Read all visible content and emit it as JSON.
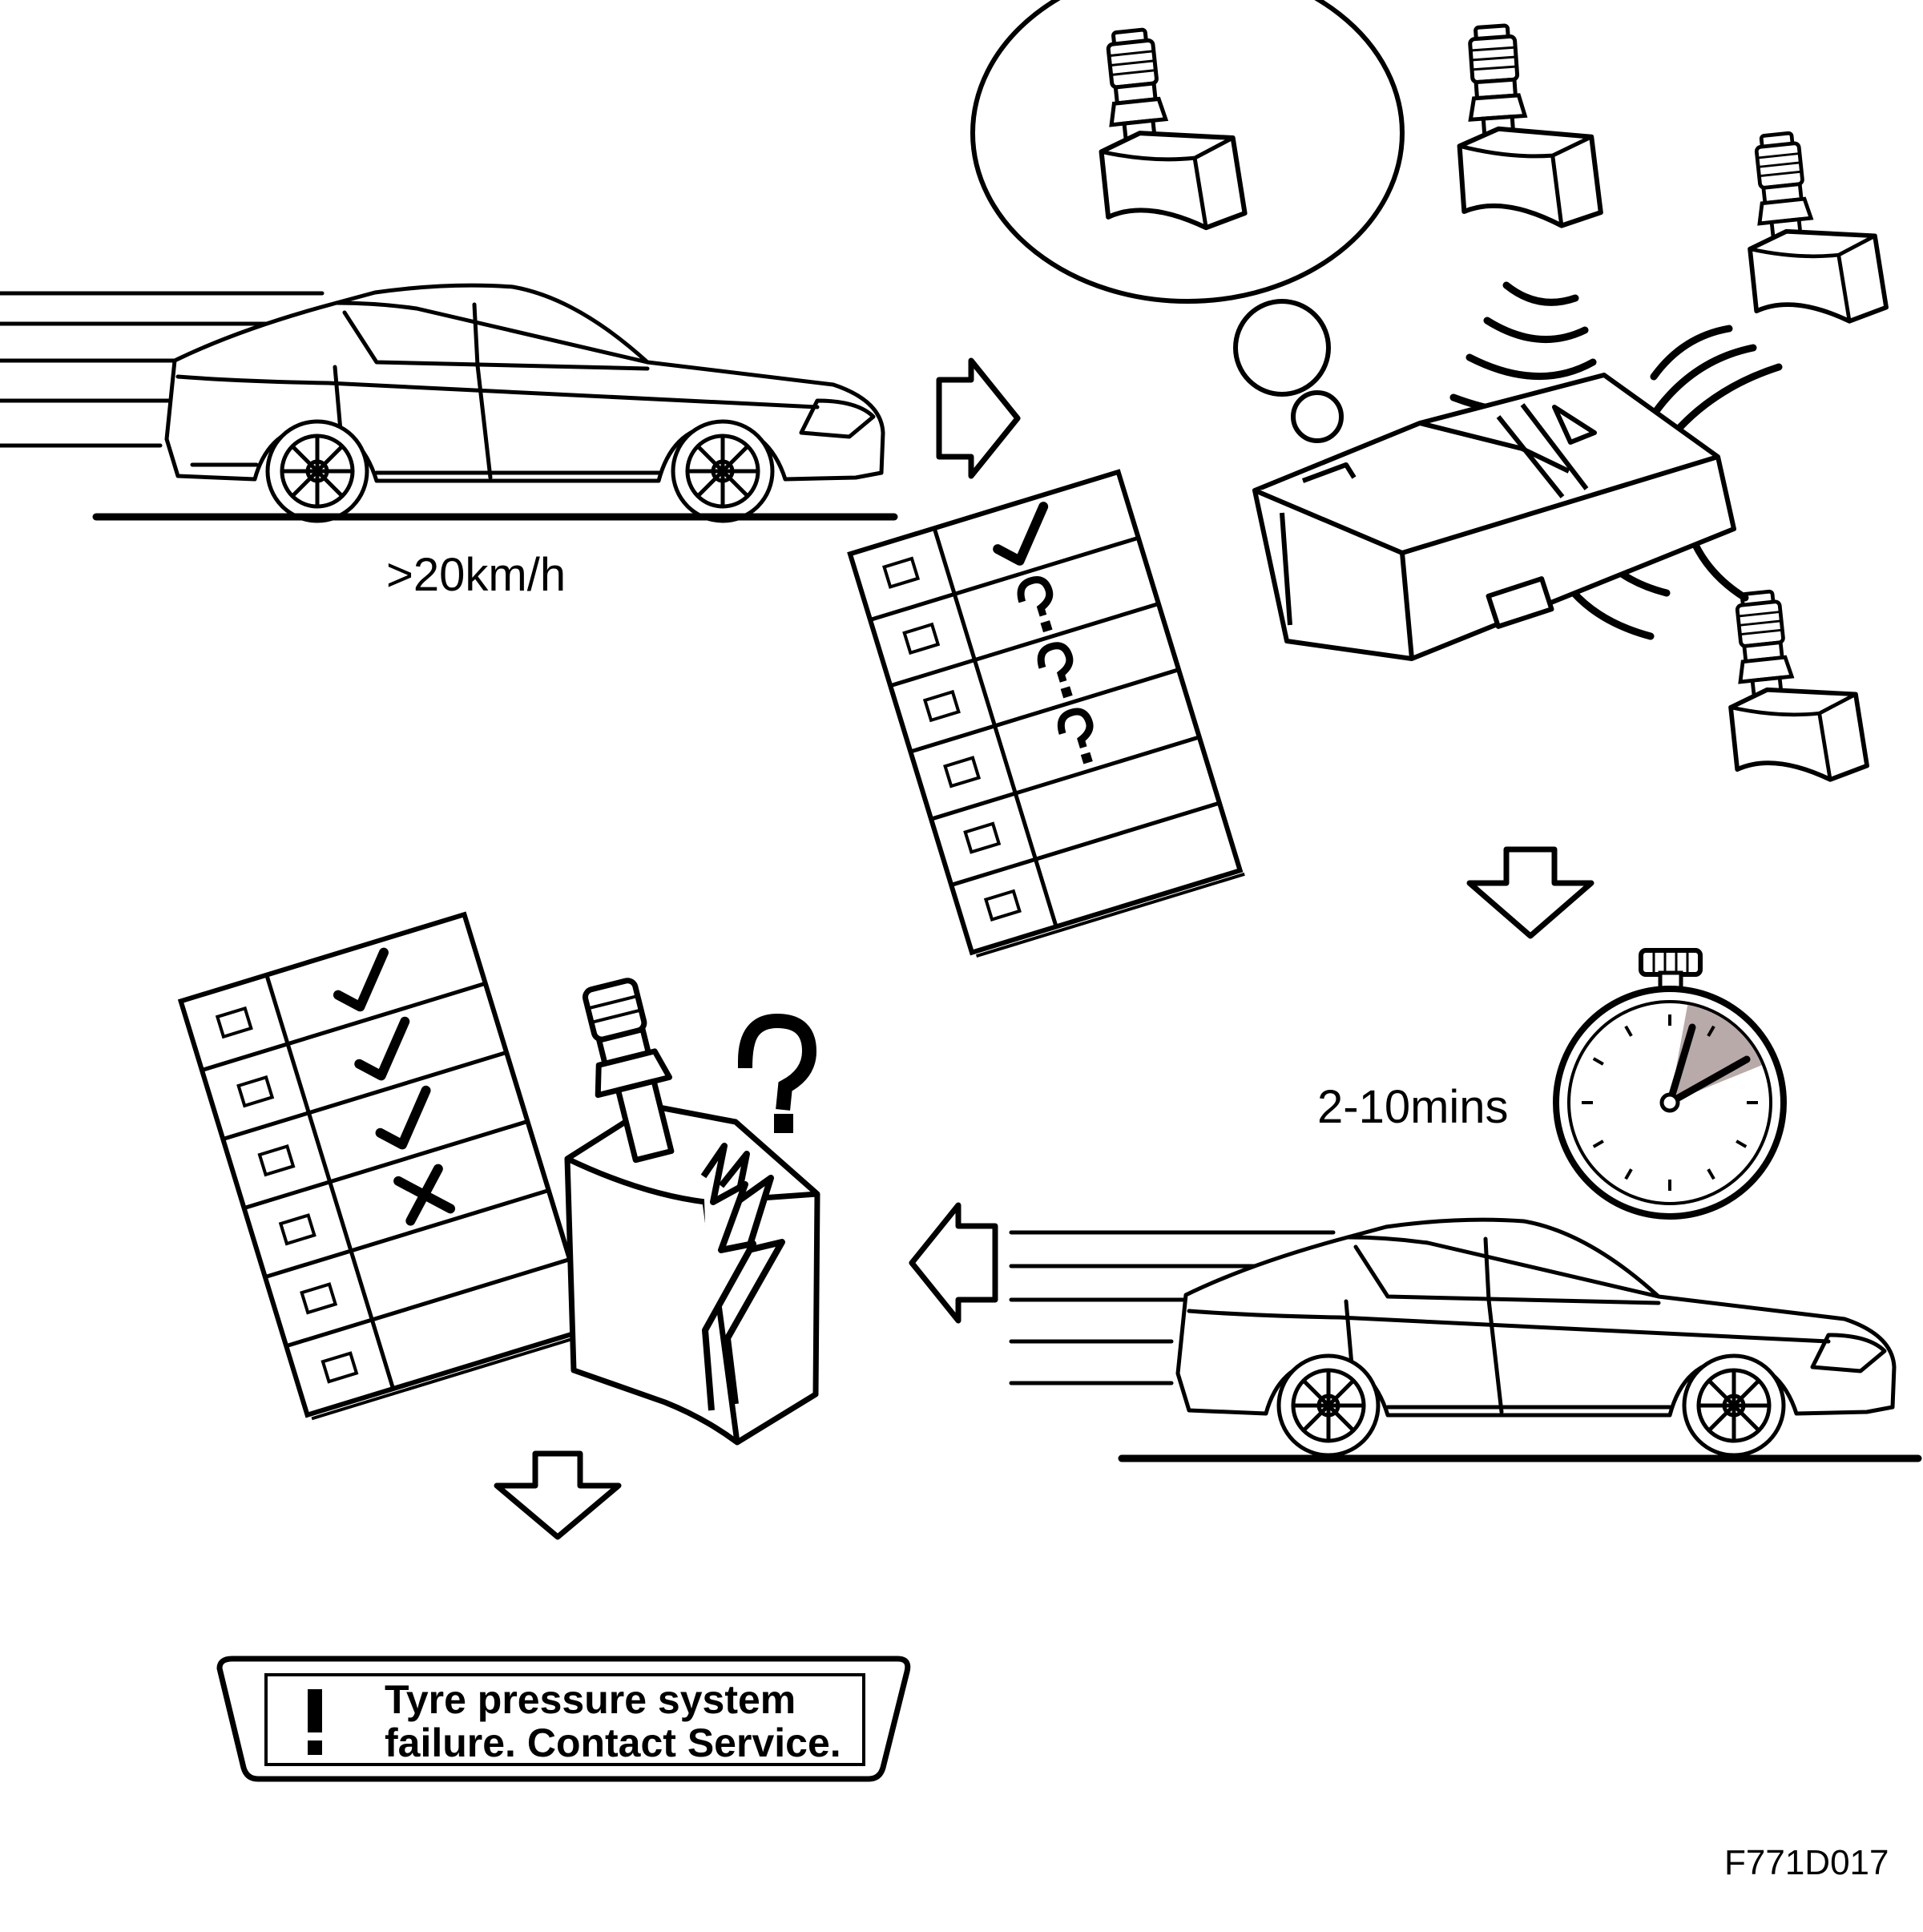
{
  "labels": {
    "speed": ">20km/h",
    "duration": "2-10mins",
    "figure_code": "F771D017"
  },
  "warning": {
    "line1": "Tyre pressure system",
    "line2": "failure. Contact Service."
  },
  "checklist_top": {
    "marks": [
      "check",
      "question",
      "question",
      "question",
      "empty",
      "empty"
    ]
  },
  "checklist_bottom": {
    "marks": [
      "check",
      "check",
      "check",
      "cross",
      "empty",
      "empty"
    ]
  },
  "stopwatch": {
    "elapsed_fraction": 0.12
  },
  "colors": {
    "line": "#000000",
    "background": "#ffffff",
    "stopwatch_sector": "#b7aaa8"
  }
}
